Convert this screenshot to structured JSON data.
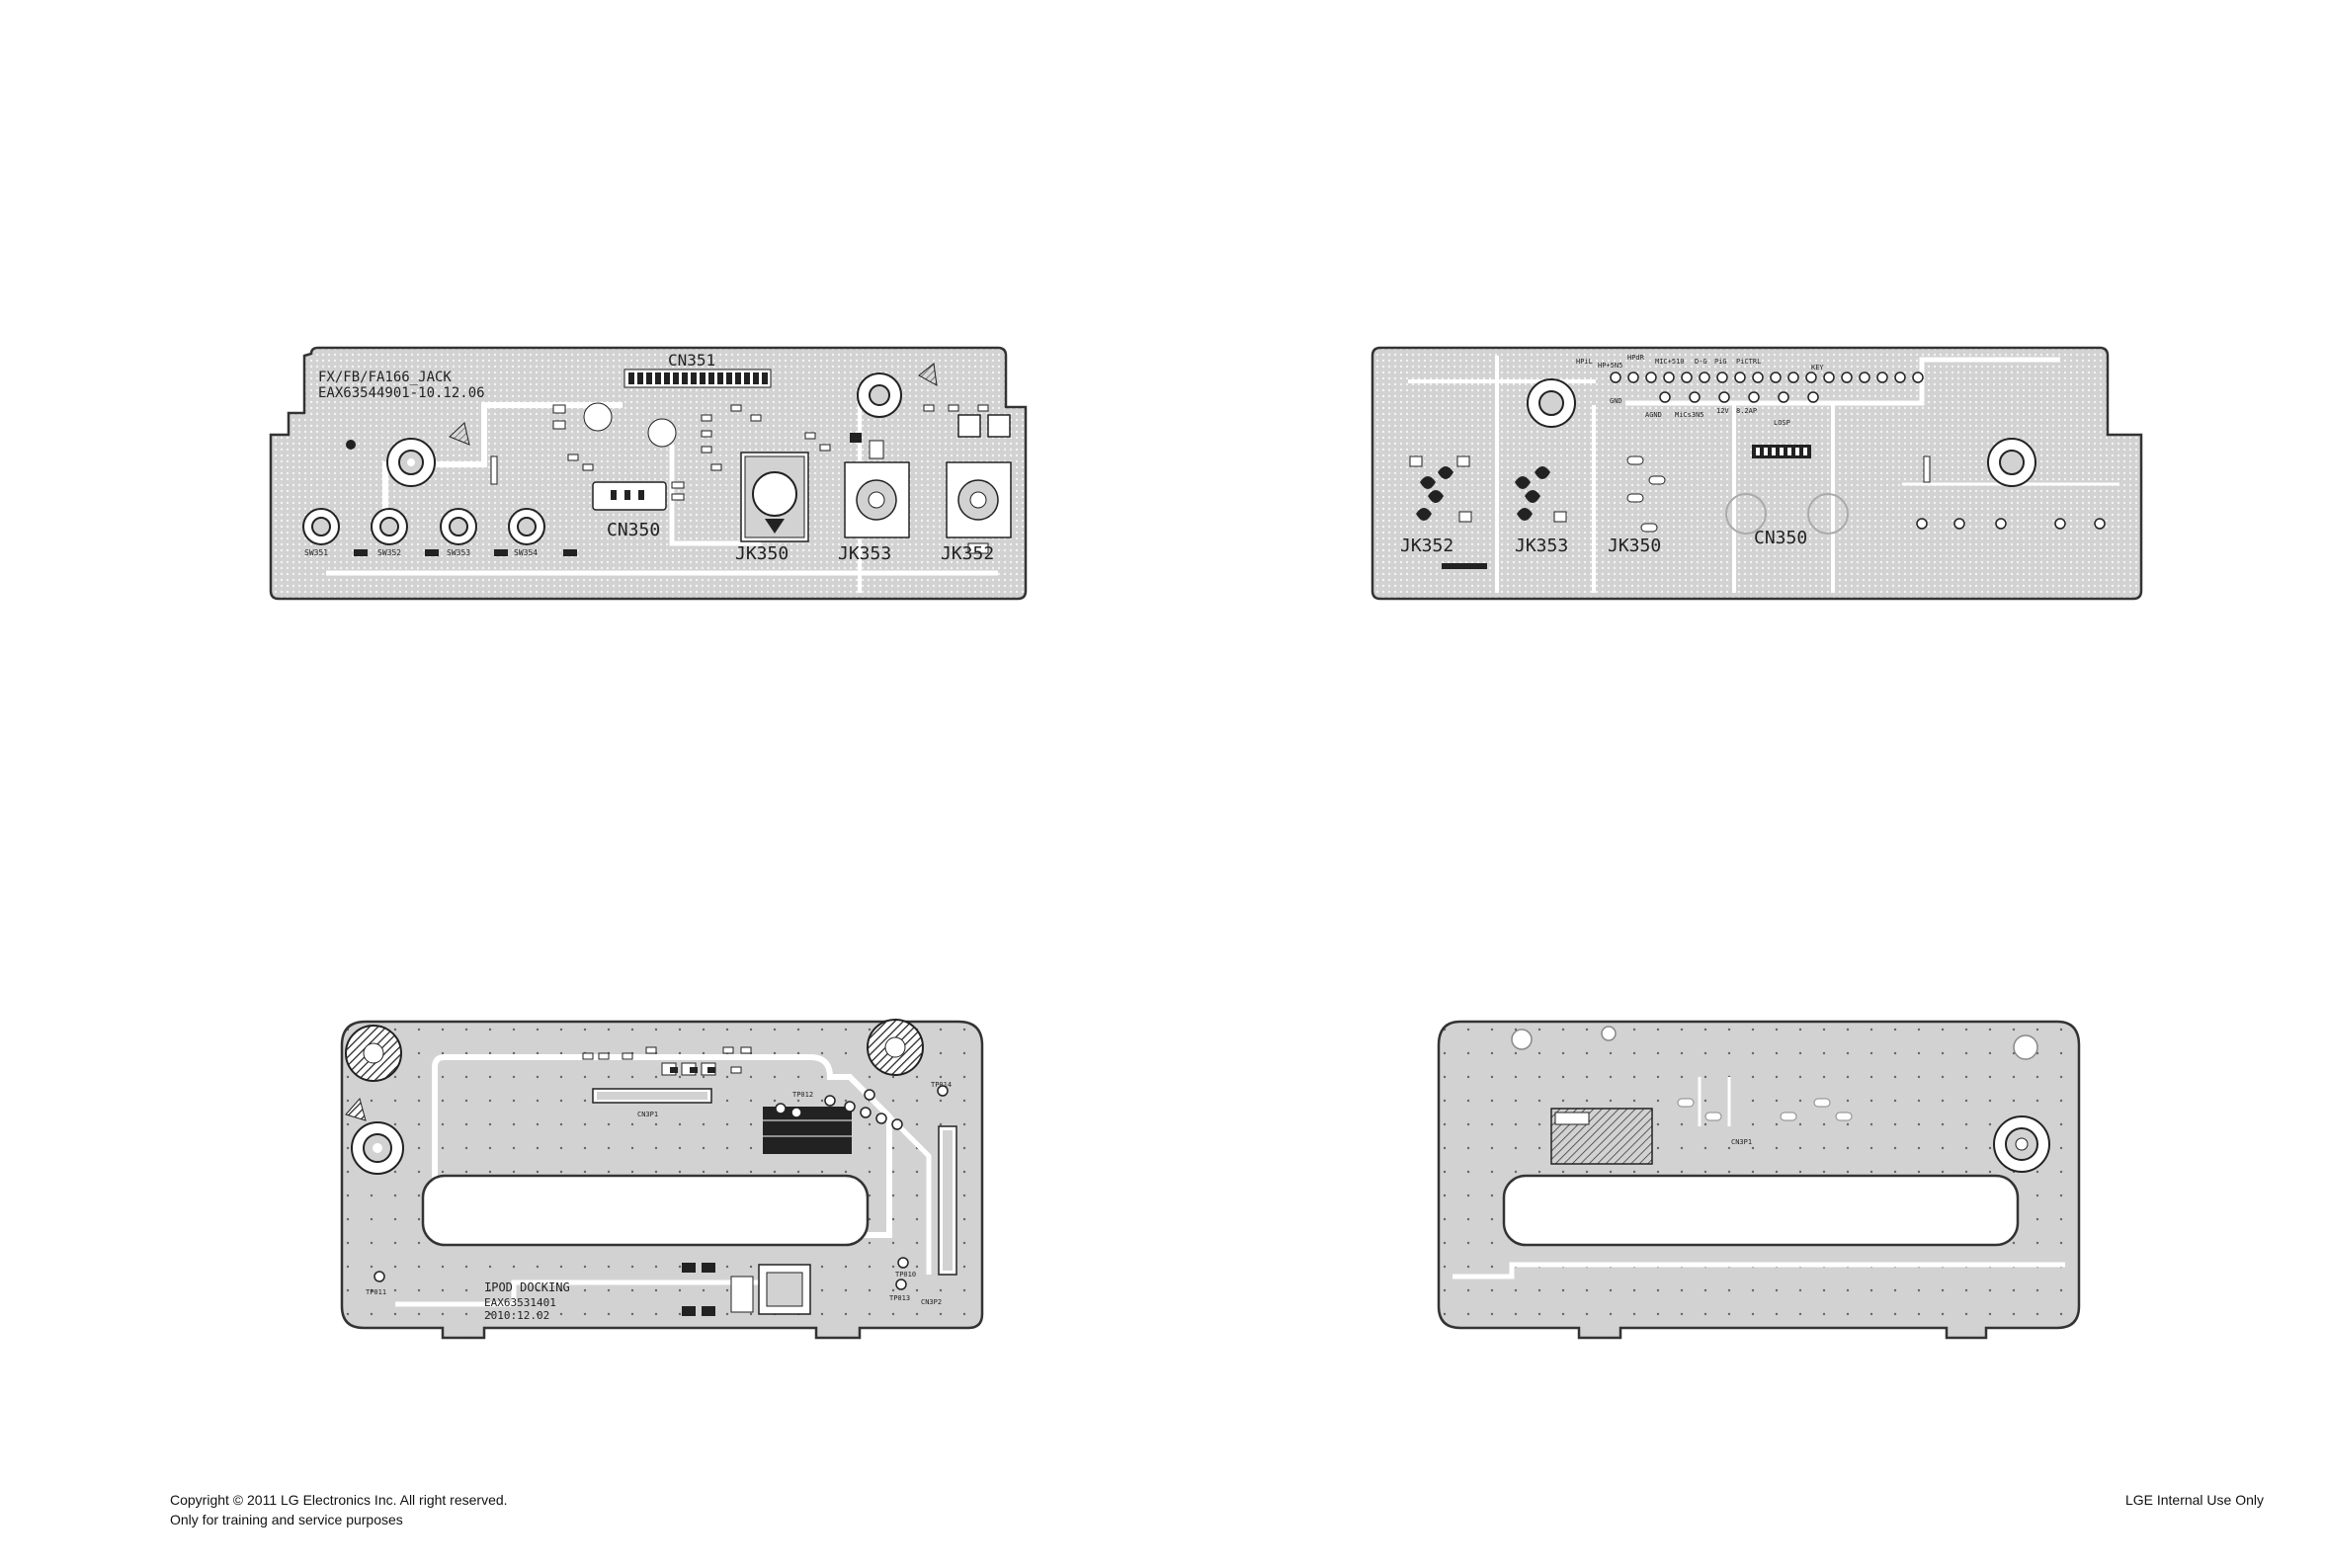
{
  "boards": {
    "jack_top": {
      "model_line": "FX/FB/FA166_JACK",
      "part_line": "EAX63544901-10.12.06",
      "connectors": [
        "CN351",
        "CN350"
      ],
      "jacks": [
        "JK350",
        "JK353",
        "JK352"
      ],
      "switches": [
        "SW351",
        "SW352",
        "SW353",
        "SW354"
      ]
    },
    "jack_bottom": {
      "jacks": [
        "JK352",
        "JK353",
        "JK350"
      ],
      "connectors": [
        "CN350"
      ],
      "pin_labels": [
        "HPiL",
        "HP+5N5",
        "HPdR",
        "MIC+510",
        "D-G",
        "PiG",
        "PiCTRL",
        "KEY",
        "GND",
        "AGND",
        "MiCs3N5",
        "12V",
        "8.2AP",
        "LOSP"
      ]
    },
    "ipod_top": {
      "title": "IPOD DOCKING",
      "part_number": "EAX63531401",
      "date": "2010.12.02",
      "connectors": [
        "CN3P1",
        "CN3P2"
      ],
      "testpoints": [
        "TP011",
        "TP013",
        "TP014",
        "TP010",
        "TP012"
      ]
    },
    "ipod_bottom": {
      "connectors": [
        "CN3P1"
      ]
    }
  },
  "footer": {
    "copyright": "Copyright © 2011 LG Electronics Inc. All right reserved.",
    "purpose": "Only for training and service purposes",
    "internal": "LGE Internal Use Only"
  },
  "colors": {
    "board_fill": "#d2d2d2",
    "board_outline": "#333333",
    "copper_white": "#ffffff",
    "silkscreen": "#222222"
  }
}
